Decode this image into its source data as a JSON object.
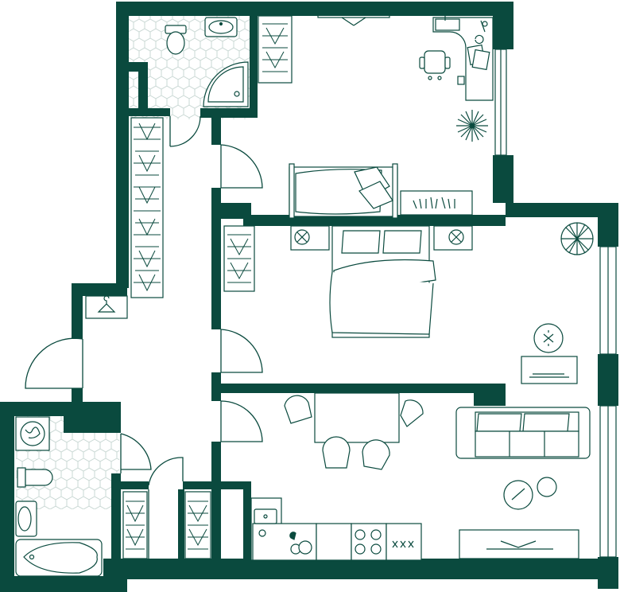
{
  "plan": {
    "wall_color": "#0a4a3e",
    "line_color": "#0a4a3e",
    "background": "#ffffff",
    "tile_color": "#c9d8d4"
  },
  "rooms": [
    {
      "name": "bathroom-upper"
    },
    {
      "name": "bathroom-lower"
    },
    {
      "name": "bedroom-study"
    },
    {
      "name": "master-bedroom"
    },
    {
      "name": "living-kitchen"
    },
    {
      "name": "hallway"
    }
  ],
  "icons": [
    "toilet-icon",
    "sink-icon",
    "shower-icon",
    "bathtub-icon",
    "washing-machine-icon",
    "wardrobe-icon",
    "bed-icon",
    "desk-icon",
    "office-chair-icon",
    "plant-icon",
    "sofa-icon",
    "dining-table-icon",
    "chair-icon",
    "stove-icon",
    "coat-hanger-icon",
    "tv-stand-icon",
    "nightstand-icon",
    "bookshelf-icon"
  ]
}
